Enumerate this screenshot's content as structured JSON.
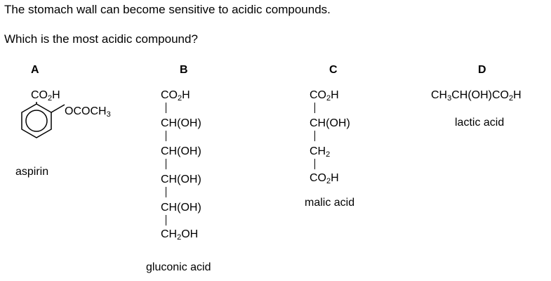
{
  "question": {
    "line1": "The stomach wall can become sensitive to acidic compounds.",
    "line2": "Which is the most acidic compound?"
  },
  "options": {
    "a": {
      "letter": "A",
      "co2h": {
        "base": "CO",
        "sub": "2",
        "tail": "H"
      },
      "ococh3": {
        "base": "OCOCH",
        "sub": "3"
      },
      "name": "aspirin"
    },
    "b": {
      "letter": "B",
      "co2h": {
        "base": "CO",
        "sub": "2",
        "tail": "H"
      },
      "choh": "CH(OH)",
      "ch2oh": {
        "base": "CH",
        "sub": "2",
        "tail": "OH"
      },
      "name": "gluconic acid"
    },
    "c": {
      "letter": "C",
      "co2h": {
        "base": "CO",
        "sub": "2",
        "tail": "H"
      },
      "choh": "CH(OH)",
      "ch2": {
        "base": "CH",
        "sub": "2"
      },
      "name": "malic acid"
    },
    "d": {
      "letter": "D",
      "formula": {
        "p1": "CH",
        "s1": "3",
        "p2": "CH(OH)CO",
        "s2": "2",
        "p3": "H"
      },
      "name": "lactic acid"
    }
  }
}
